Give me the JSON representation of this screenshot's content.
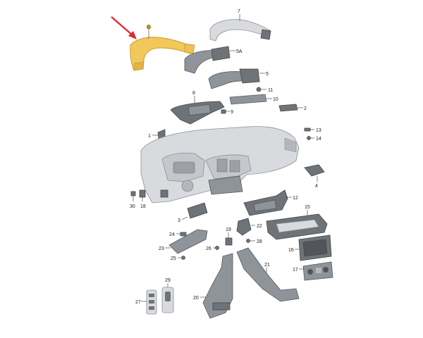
{
  "colors": {
    "highlight_part": "#f2c85b",
    "highlight_stroke": "#c99a2a",
    "arrow": "#e0262a",
    "part_grey": "#8f949a",
    "part_light": "#d8dade"
  },
  "labels": {
    "p6": "6",
    "p7": "7",
    "p5a": "5A",
    "p5": "5",
    "p11": "11",
    "p10": "10",
    "p8": "8",
    "p9": "9",
    "p2": "2",
    "p1": "1",
    "p13": "13",
    "p14": "14",
    "p3": "3",
    "p4": "4",
    "p12": "12",
    "p15": "15",
    "p16": "16",
    "p17": "17",
    "p18": "18",
    "p30": "30",
    "p24": "24",
    "p23": "23",
    "p26": "26",
    "p25": "25",
    "p19": "19",
    "p22": "22",
    "p28": "28",
    "p21": "21",
    "p20": "20",
    "p27": "27",
    "p29": "29"
  }
}
